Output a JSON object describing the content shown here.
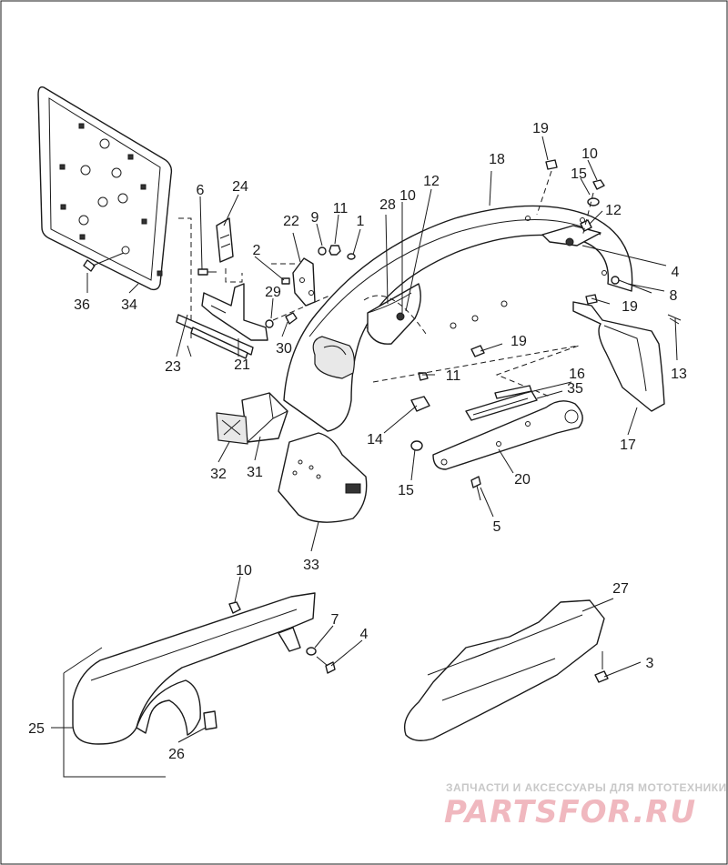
{
  "callouts": {
    "c1": "1",
    "c2": "2",
    "c3": "3",
    "c4a": "4",
    "c4b": "4",
    "c5": "5",
    "c6": "6",
    "c7": "7",
    "c8": "8",
    "c9": "9",
    "c10a": "10",
    "c10b": "10",
    "c10c": "10",
    "c11a": "11",
    "c11b": "11",
    "c12a": "12",
    "c12b": "12",
    "c13": "13",
    "c14": "14",
    "c15a": "15",
    "c15b": "15",
    "c16": "16",
    "c17": "17",
    "c18": "18",
    "c19a": "19",
    "c19b": "19",
    "c19c": "19",
    "c20": "20",
    "c21": "21",
    "c22": "22",
    "c23": "23",
    "c24": "24",
    "c25": "25",
    "c26": "26",
    "c27": "27",
    "c28": "28",
    "c29": "29",
    "c30": "30",
    "c31": "31",
    "c32": "32",
    "c33": "33",
    "c34": "34",
    "c35": "35",
    "c36": "36"
  },
  "watermark": {
    "tagline": "ЗАПЧАСТИ И АКСЕССУАРЫ ДЛЯ МОТОТЕХНИКИ",
    "logo": "PARTSFOR.RU",
    "logo_color": "#f0b8bf"
  }
}
